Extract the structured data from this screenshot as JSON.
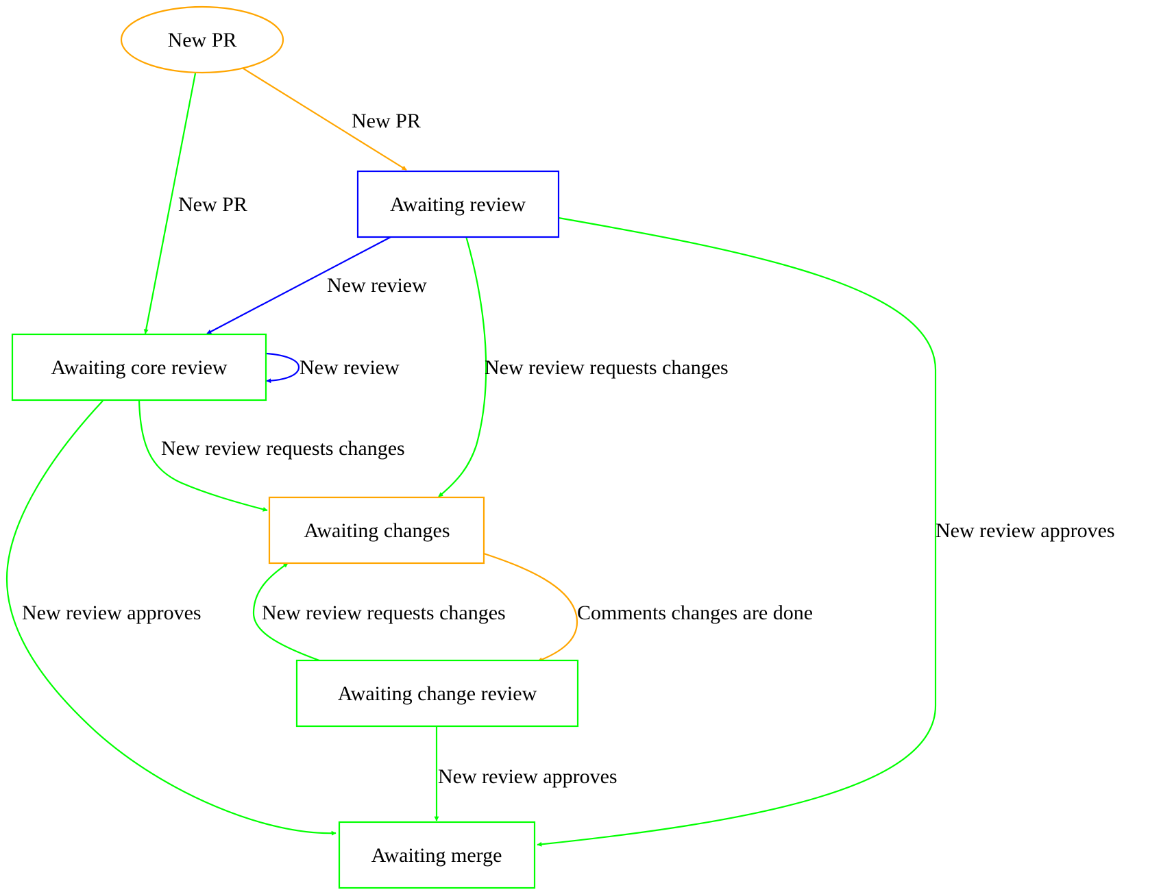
{
  "colors": {
    "orange": "#FFA500",
    "blue": "#0000FF",
    "green": "#00FF00",
    "text": "#000000",
    "background": "#FFFFFF"
  },
  "nodes": {
    "new_pr": {
      "label": "New PR",
      "shape": "ellipse",
      "color": "#FFA500"
    },
    "awaiting_review": {
      "label": "Awaiting review",
      "shape": "box",
      "color": "#0000FF"
    },
    "awaiting_core_review": {
      "label": "Awaiting core review",
      "shape": "box",
      "color": "#00FF00"
    },
    "awaiting_changes": {
      "label": "Awaiting changes",
      "shape": "box",
      "color": "#FFA500"
    },
    "awaiting_change_review": {
      "label": "Awaiting change review",
      "shape": "box",
      "color": "#00FF00"
    },
    "awaiting_merge": {
      "label": "Awaiting merge",
      "shape": "box",
      "color": "#00FF00"
    }
  },
  "edges": [
    {
      "from": "New PR",
      "to": "Awaiting review",
      "label": "New PR",
      "color": "#FFA500"
    },
    {
      "from": "New PR",
      "to": "Awaiting core review",
      "label": "New PR",
      "color": "#00FF00"
    },
    {
      "from": "Awaiting review",
      "to": "Awaiting core review",
      "label": "New review",
      "color": "#0000FF"
    },
    {
      "from": "Awaiting review",
      "to": "Awaiting changes",
      "label": "New review requests changes",
      "color": "#00FF00"
    },
    {
      "from": "Awaiting review",
      "to": "Awaiting merge",
      "label": "New review approves",
      "color": "#00FF00"
    },
    {
      "from": "Awaiting core review",
      "to": "Awaiting core review",
      "label": "New review",
      "color": "#0000FF"
    },
    {
      "from": "Awaiting core review",
      "to": "Awaiting changes",
      "label": "New review requests changes",
      "color": "#00FF00"
    },
    {
      "from": "Awaiting core review",
      "to": "Awaiting merge",
      "label": "New review approves",
      "color": "#00FF00"
    },
    {
      "from": "Awaiting changes",
      "to": "Awaiting change review",
      "label": "Comments changes are done",
      "color": "#FFA500"
    },
    {
      "from": "Awaiting change review",
      "to": "Awaiting changes",
      "label": "New review requests changes",
      "color": "#00FF00"
    },
    {
      "from": "Awaiting change review",
      "to": "Awaiting merge",
      "label": "New review approves",
      "color": "#00FF00"
    }
  ]
}
